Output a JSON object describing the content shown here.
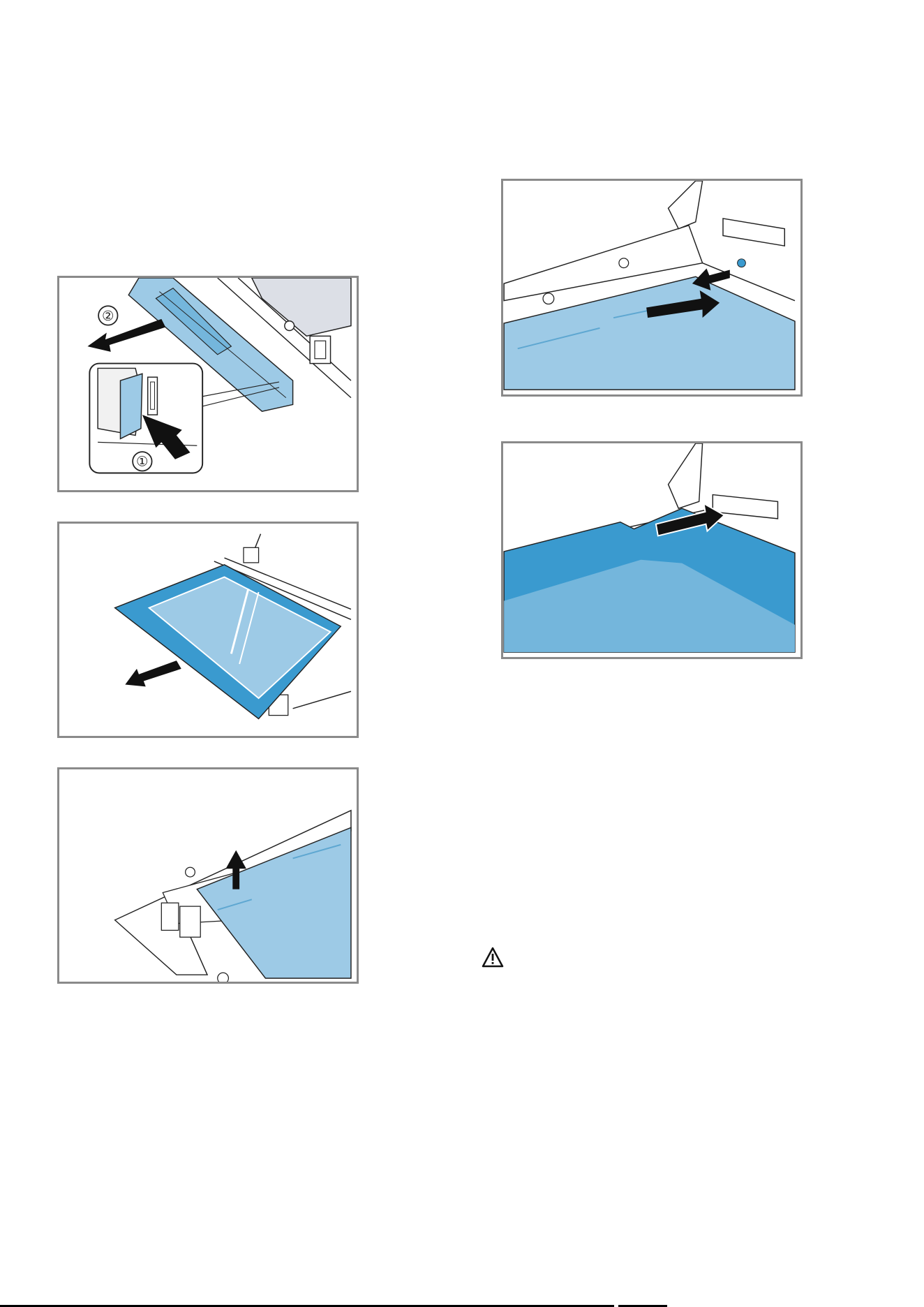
{
  "figures": [
    {
      "id": "remove-door-trim",
      "step_markers": [
        "①",
        "②"
      ]
    },
    {
      "id": "pull-out-glass-pane",
      "step_markers": []
    },
    {
      "id": "lift-inner-pane",
      "step_markers": []
    },
    {
      "id": "insert-pane-into-hinge",
      "step_markers": []
    },
    {
      "id": "push-pane-into-holder",
      "step_markers": []
    }
  ],
  "warning": {
    "icon": "warning-triangle-icon"
  },
  "colors": {
    "glass_light": "#9dcae6",
    "glass_mid": "#74b6dc",
    "glass_dark": "#3a9acf",
    "outline": "#222222",
    "frame": "#8a8a8a"
  }
}
